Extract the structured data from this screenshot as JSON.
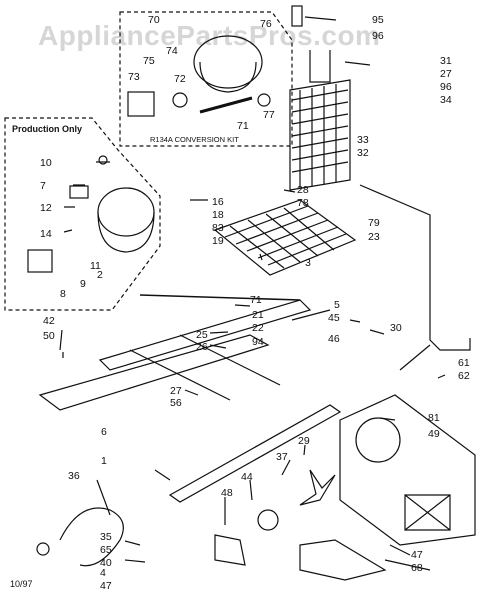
{
  "watermark": "AppliancePartsPros.com",
  "production_only_label": "Production Only",
  "conversion_kit_label": "R134A CONVERSION KIT",
  "date_code": "10/97",
  "callouts": [
    "70",
    "76",
    "95",
    "96",
    "75",
    "74",
    "73",
    "72",
    "71",
    "77",
    "31",
    "27",
    "96",
    "34",
    "33",
    "32",
    "10",
    "7",
    "12",
    "16",
    "18",
    "83",
    "19",
    "28",
    "78",
    "79",
    "23",
    "14",
    "11",
    "2",
    "9",
    "8",
    "3",
    "71",
    "21",
    "22",
    "5",
    "45",
    "42",
    "50",
    "25",
    "26",
    "94",
    "30",
    "46",
    "61",
    "62",
    "27",
    "56",
    "6",
    "81",
    "49",
    "1",
    "29",
    "37",
    "44",
    "48",
    "36",
    "35",
    "65",
    "40",
    "4",
    "47",
    "47",
    "68"
  ]
}
